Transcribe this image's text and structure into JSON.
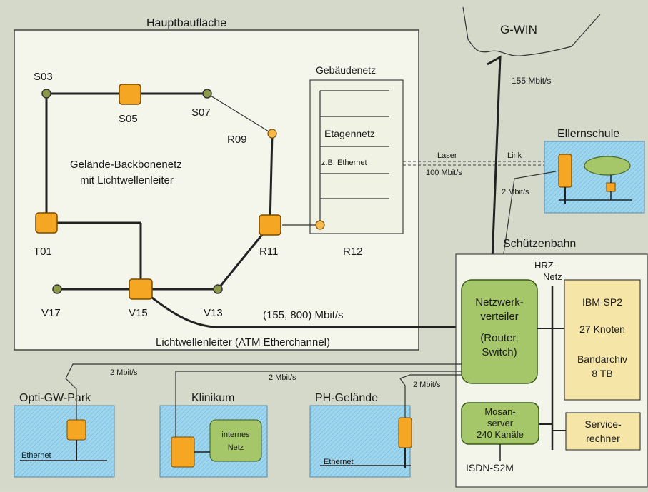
{
  "areas": {
    "main": "Hauptbaufläche",
    "gwin": "G-WIN",
    "ellern": "Ellernschule",
    "schuetzen": "Schützenbahn",
    "hrz": [
      "HRZ-",
      "Netz"
    ],
    "opti": "Opti-GW-Park",
    "klinikum": "Klinikum",
    "ph": "PH-Gelände"
  },
  "backbone": {
    "title_line1": "Gelände-Backbonenetz",
    "title_line2": "mit Lichtwellenleiter",
    "speed": "(155, 800) Mbit/s",
    "fiber": "Lichtwellenleiter (ATM Etherchannel)"
  },
  "nodes": {
    "S03": "S03",
    "S05": "S05",
    "S07": "S07",
    "R09": "R09",
    "T01": "T01",
    "R11": "R11",
    "R12": "R12",
    "V17": "V17",
    "V15": "V15",
    "V13": "V13"
  },
  "building": {
    "title": "Gebäudenetz",
    "floor": "Etagennetz",
    "example": "z.B. Ethernet"
  },
  "links": {
    "gwin_speed": "155 Mbit/s",
    "laser": "Laser",
    "link": "Link",
    "laser_speed": "100 Mbit/s",
    "ellern_speed": "2 Mbit/s",
    "opti_speed": "2 Mbit/s",
    "klinikum_speed": "2 Mbit/s",
    "ph_speed": "2 Mbit/s"
  },
  "devices": {
    "netzwerk": [
      "Netzwerk-",
      "verteiler",
      "(Router,",
      "Switch)"
    ],
    "ibm": [
      "IBM-SP2",
      "27 Knoten",
      "Bandarchiv",
      "8 TB"
    ],
    "mosan": [
      "Mosan-",
      "server",
      "240 Kanäle"
    ],
    "service": [
      "Service-",
      "rechner"
    ],
    "isdn": "ISDN-S2M",
    "internes": [
      "internes",
      "Netz"
    ],
    "ethernet_opti": "Ethernet",
    "ethernet_ph": "Ethernet"
  },
  "colors": {
    "water": "#9fd6ee",
    "node_orange": "#f5a623",
    "device_green": "#a5c76a",
    "panel": "#f3f5ea"
  }
}
